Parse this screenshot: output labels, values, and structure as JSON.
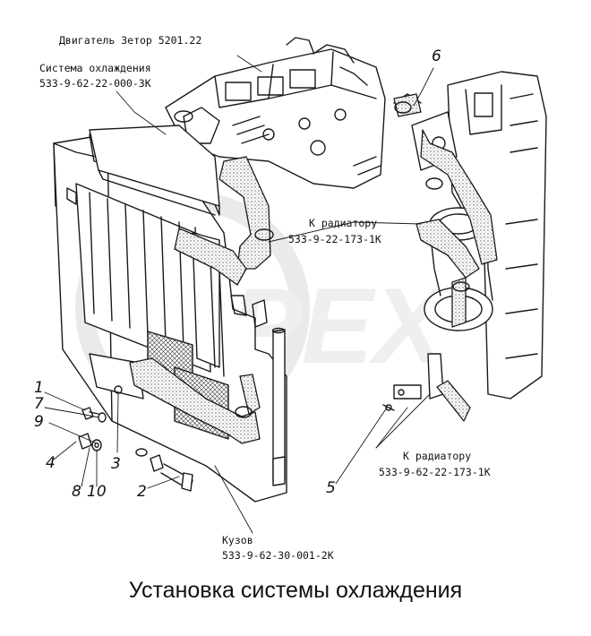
{
  "title": "Установка системы охлаждения",
  "watermark": "OPEX",
  "colors": {
    "line": "#1a1a1a",
    "hose_fill": "#e6e6e6",
    "watermark": "#d9d9d9",
    "background": "#ffffff"
  },
  "labels": {
    "engine": "Двигатель Зетор 5201.22",
    "cooling_system_name": "Система охлаждения",
    "cooling_system_code": "533-9-62-22-000-3К",
    "to_radiator_top_name": "К радиатору",
    "to_radiator_top_code": "533-9-22-173-1К",
    "to_radiator_bottom_name": "К радиатору",
    "to_radiator_bottom_code": "533-9-62-22-173-1К",
    "body_name": "Кузов",
    "body_code": "533-9-62-30-001-2К"
  },
  "callouts": {
    "n1": "1",
    "n2": "2",
    "n3": "3",
    "n4": "4",
    "n5": "5",
    "n6": "6",
    "n7": "7",
    "n8": "8",
    "n9": "9",
    "n10": "10"
  }
}
